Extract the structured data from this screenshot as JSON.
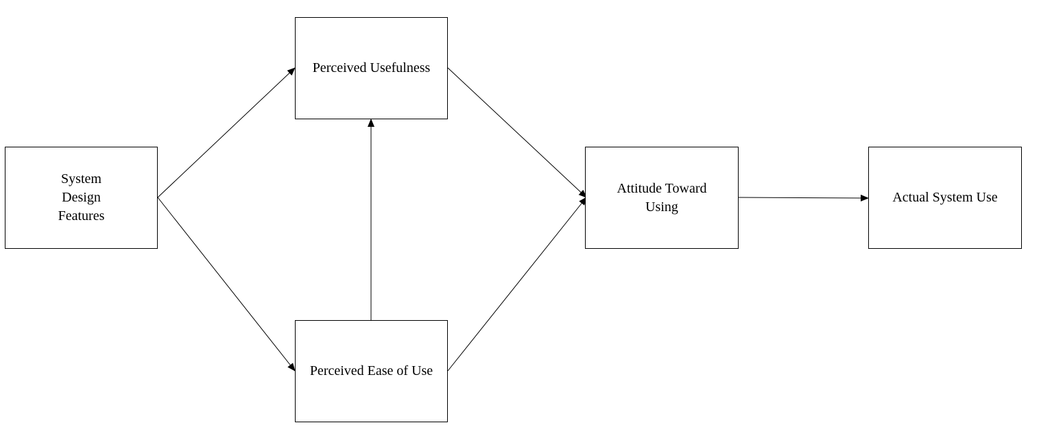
{
  "diagram": {
    "nodes": {
      "system_design_features": "System\nDesign\nFeatures",
      "perceived_usefulness": "Perceived Usefulness",
      "perceived_ease_of_use": "Perceived Ease of Use",
      "attitude_toward_using": "Attitude Toward\nUsing",
      "actual_system_use": "Actual System Use"
    },
    "edges": [
      {
        "from": "system_design_features",
        "to": "perceived_usefulness"
      },
      {
        "from": "system_design_features",
        "to": "perceived_ease_of_use"
      },
      {
        "from": "perceived_ease_of_use",
        "to": "perceived_usefulness"
      },
      {
        "from": "perceived_usefulness",
        "to": "attitude_toward_using"
      },
      {
        "from": "perceived_ease_of_use",
        "to": "attitude_toward_using"
      },
      {
        "from": "attitude_toward_using",
        "to": "actual_system_use"
      }
    ],
    "colors": {
      "line": "#000000",
      "box_border": "#000000",
      "background": "#ffffff"
    }
  }
}
